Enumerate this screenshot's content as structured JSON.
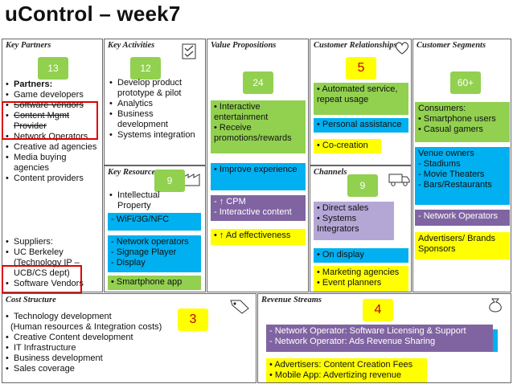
{
  "title": "uControl – week7",
  "headers": {
    "key_partners": "Key Partners",
    "key_activities": "Key Activities",
    "key_resources": "Key Resources",
    "value_propositions": "Value Propositions",
    "customer_relationships": "Customer Relationships",
    "channels": "Channels",
    "customer_segments": "Customer Segments",
    "cost_structure": "Cost Structure",
    "revenue_streams": "Revenue Streams"
  },
  "badges": {
    "partners": "13",
    "activities": "12",
    "value": "24",
    "relationships": "5",
    "segments": "60+",
    "resources": "9",
    "channels": "9",
    "cost": "3",
    "revenue": "4"
  },
  "partners": {
    "items": [
      "Partners:",
      "Game developers",
      "Software Vendors",
      "Content Mgmt Provider",
      "Network Operators",
      "Creative ad agencies",
      "Media buying agencies",
      "Content providers"
    ],
    "suppliers": [
      "Suppliers:",
      "UC Berkeley (Technology IP – UCB/CS dept)",
      "Software Vendors"
    ]
  },
  "activities": {
    "items": [
      "Develop product prototype & pilot",
      "Analytics",
      "Business development",
      "Systems integration"
    ]
  },
  "resources": {
    "intellectual": "Intellectual Property",
    "wifi": "WiFi/3G/NFC",
    "network_operators": "Network operators",
    "signage": "Signage Player",
    "display": "Display",
    "smartphone_app": "Smartphone app"
  },
  "value": {
    "interactive": "Interactive entertainment",
    "receive": "Receive promotions/rewards",
    "improve": "Improve experience",
    "cpm": "↑ CPM",
    "interactive_content": "Interactive content",
    "ad_effectiveness": "↑ Ad effectiveness"
  },
  "relationships": {
    "automated": "Automated service, repeat usage",
    "personal": "Personal assistance",
    "cocreation": "Co-creation"
  },
  "channels": {
    "direct_sales": "Direct sales",
    "systems_integrators": "Systems Integrators",
    "on_display": "On display",
    "marketing": "Marketing agencies",
    "events": "Event planners"
  },
  "segments": {
    "consumers_title": "Consumers:",
    "smartphone_users": "Smartphone users",
    "casual_gamers": "Casual gamers",
    "venue_owners": "Venue owners",
    "stadiums": "Stadiums",
    "movie_theaters": "Movie Theaters",
    "bars": "Bars/Restaurants",
    "network_operators": "Network Operators",
    "advertisers": "Advertisers/ Brands Sponsors"
  },
  "cost": {
    "items": [
      "Technology development",
      "(Human resources & Integration costs)",
      "Creative Content  development",
      "IT Infrastructure",
      "Business development",
      "Sales coverage"
    ]
  },
  "revenue": {
    "licensing": "Network Operator: Software Licensing & Support",
    "ads": "Network Operator:  Ads  Revenue Sharing",
    "advertisers": "Advertisers: Content Creation Fees",
    "mobile": "Mobile App: Advertizing revenue"
  },
  "colors": {
    "green": "#92d050",
    "blue": "#00b0f0",
    "yellow": "#ffff00",
    "purple": "#8064a2",
    "red": "#e00000"
  }
}
